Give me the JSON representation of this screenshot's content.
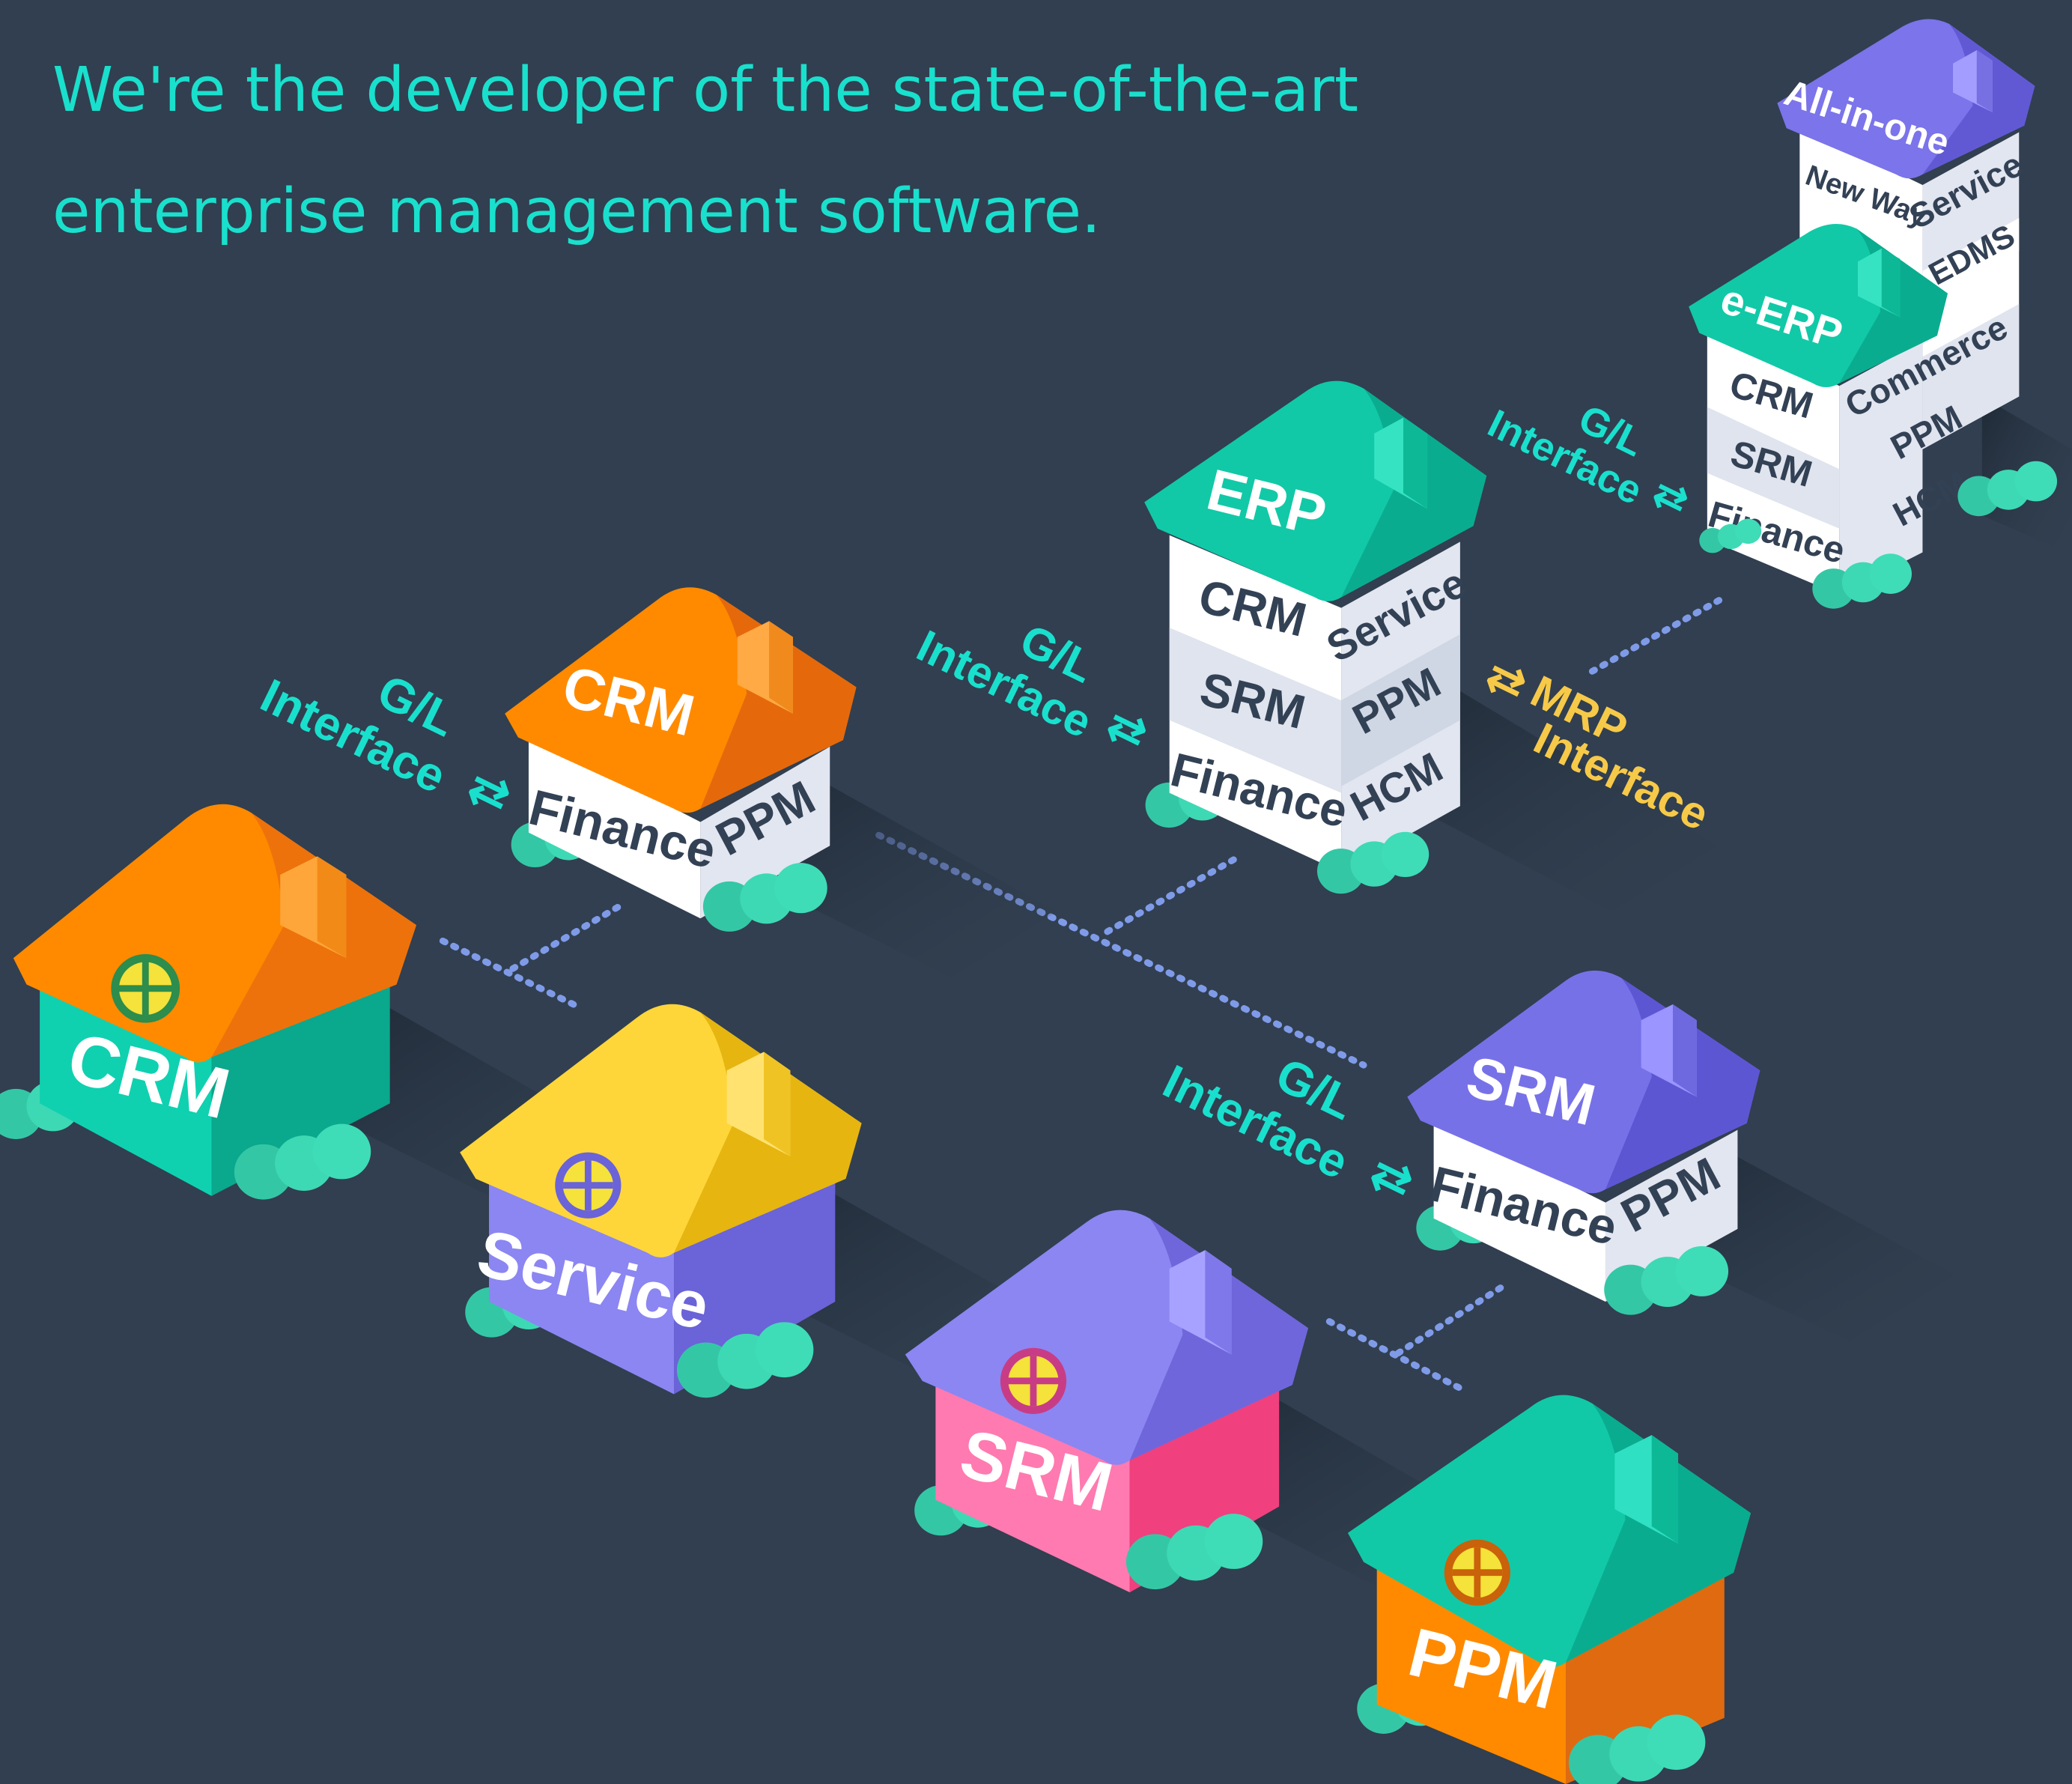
{
  "headline": {
    "line1": "We're the developer of the state-of-the-art",
    "line2": "enterprise management software."
  },
  "colors": {
    "background": "#313f50",
    "teal": "#19e0cd",
    "yellow_label": "#f7c948",
    "connector": "#7f9be8"
  },
  "icons": [
    "exchange-arrows-icon",
    "window-icon",
    "chimney-icon",
    "shrub-icon"
  ],
  "houses": {
    "crm_small": {
      "label": "CRM"
    },
    "service_small": {
      "label": "Service"
    },
    "srm_small": {
      "label": "SRM"
    },
    "ppm_small": {
      "label": "PPM"
    },
    "crm_suite": {
      "roof": "CRM",
      "left": "Finance",
      "right": "PPM"
    },
    "srm_suite": {
      "roof": "SRM",
      "left": "Finance",
      "right": "PPM"
    },
    "erp": {
      "roof": "ERP",
      "left": [
        "CRM",
        "SRM",
        "Finance"
      ],
      "right": [
        "Service",
        "PPM",
        "HCM"
      ]
    },
    "eerp": {
      "top_roof": "All-in-one",
      "top_left": "New Way",
      "top_right": "Service",
      "roof": "e-ERP",
      "left": [
        "CRM",
        "SRM",
        "Finance"
      ],
      "right": [
        "EDMS",
        "Commerce",
        "PPM",
        "HCM"
      ]
    }
  },
  "interfaces": {
    "gl_1": {
      "line1": "G/L",
      "line2": "Interface"
    },
    "gl_2": {
      "line1": "G/L",
      "line2": "Interface"
    },
    "gl_3": {
      "line1": "G/L",
      "line2": "Interface"
    },
    "gl_4": {
      "line1": "G/L",
      "line2": "Interface"
    },
    "mrp": {
      "line1": "MRP",
      "line2": "Interface"
    }
  }
}
